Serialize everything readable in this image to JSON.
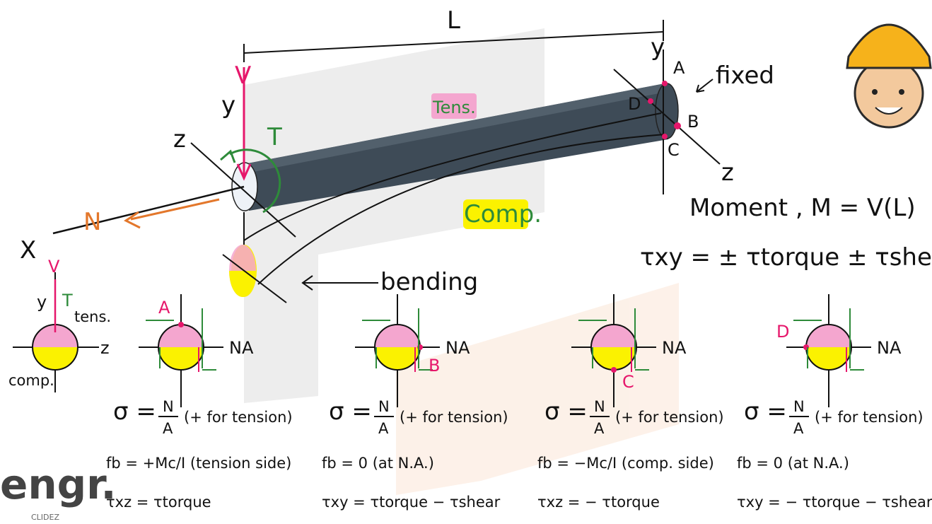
{
  "beam_labels": {
    "length": "L",
    "shear_force": "V",
    "y_axis_left": "y",
    "z_axis_left": "z",
    "torque": "T",
    "x_axis": "X",
    "axial_force": "N",
    "y_axis_right": "y",
    "z_axis_right": "z",
    "point_a": "A",
    "point_b": "B",
    "point_c": "C",
    "point_d": "D",
    "fixed_label": "fixed",
    "tension_label": "Tens.",
    "compression_label": "Comp.",
    "bending_label": "bending"
  },
  "right_equations": {
    "moment": "Moment , M = V(L)",
    "tau_xy": "τxy = ± τtorque ± τshear"
  },
  "section_key": {
    "shear": "V",
    "y": "y",
    "torque": "T",
    "tension": "tens.",
    "z": "z",
    "compression": "comp."
  },
  "sections": [
    {
      "point": "A",
      "axis": "NA",
      "sigma_num": "N",
      "sigma_den": "A",
      "sigma_note": "(+ for tension)",
      "fb": "fb = +Mc/I  (tension side)",
      "tau": "τxz = τtorque"
    },
    {
      "point": "B",
      "axis": "NA",
      "sigma_num": "N",
      "sigma_den": "A",
      "sigma_note": "(+ for tension)",
      "fb": "fb = 0  (at N.A.)",
      "tau": "τxy = τtorque − τshear"
    },
    {
      "point": "C",
      "axis": "NA",
      "sigma_num": "N",
      "sigma_den": "A",
      "sigma_note": "(+ for tension)",
      "fb": "fb = −Mc/I  (comp. side)",
      "tau": "τxz = − τtorque"
    },
    {
      "point": "D",
      "axis": "NA",
      "sigma_num": "N",
      "sigma_den": "A",
      "sigma_note": "(+ for tension)",
      "fb": "fb = 0  (at N.A.)",
      "tau": "τxy = − τtorque − τshear"
    }
  ],
  "brand": {
    "logo_text": "engr.",
    "sub_text": "CLIDEZ"
  },
  "colors": {
    "pink": "#f4a6cf",
    "yellow": "#fbf200",
    "accent_pink": "#e6176b",
    "green": "#2e8b3a",
    "orange": "#e3772b",
    "beam": "#3e4b57"
  }
}
